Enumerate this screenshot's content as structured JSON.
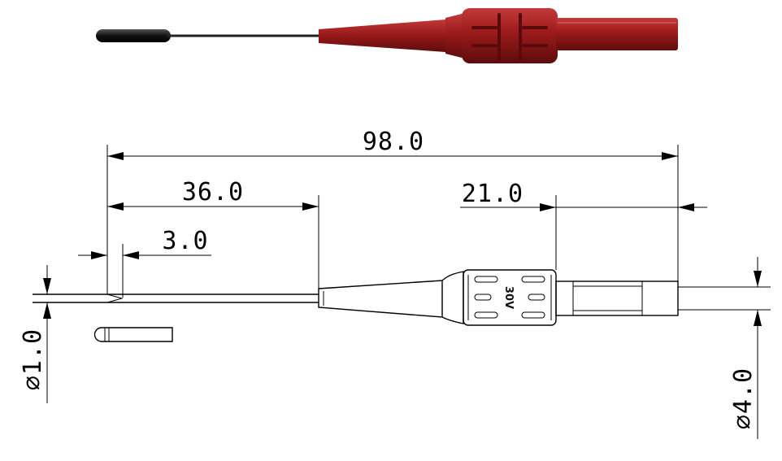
{
  "product_photo": {
    "body_color": "#9b1a1a",
    "body_shadow": "#6e0f0f",
    "tip_color": "#111111"
  },
  "dimensions": {
    "overall_length": "98.0",
    "needle_length": "36.0",
    "tip_length": "3.0",
    "plug_length": "21.0",
    "needle_diameter": "⌀1.0",
    "plug_diameter": "⌀4.0"
  },
  "body_marking": "30V"
}
